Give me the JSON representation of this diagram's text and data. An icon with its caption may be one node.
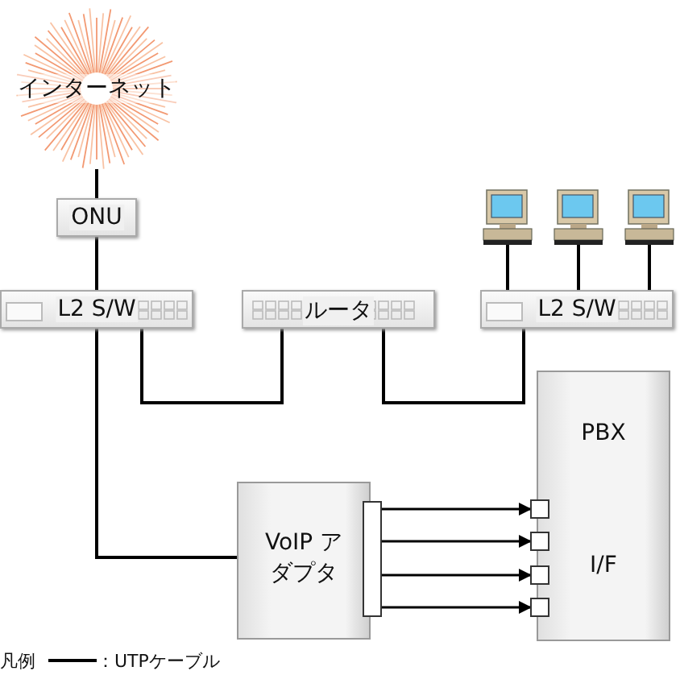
{
  "diagram": {
    "nodes": [
      {
        "text": [
          "インターネット"
        ]
      },
      {
        "text": [
          "ONU"
        ]
      },
      {
        "text": [
          "L2 S/W"
        ]
      },
      {
        "text": [
          "ルータ"
        ]
      },
      {
        "text": [
          "L2 S/W"
        ]
      },
      {
        "text": [],
        "shape": "picture"
      },
      {
        "text": [],
        "shape": "picture"
      },
      {
        "text": [],
        "shape": "picture"
      },
      {
        "text": [
          "PBX",
          "I/F"
        ]
      },
      {
        "text": [
          "VoIP アダプタ"
        ]
      },
      {
        "text": [],
        "shape": "bar"
      },
      {
        "text": [],
        "shape": "box"
      },
      {
        "text": [],
        "shape": "box"
      },
      {
        "text": [],
        "shape": "box"
      },
      {
        "text": [],
        "shape": "box"
      }
    ],
    "edges": [
      {
        "from": 0,
        "to": 1,
        "arrow": "none"
      },
      {
        "from": 1,
        "to": 2,
        "arrow": "none"
      },
      {
        "from": 2,
        "to": 3,
        "arrow": "none"
      },
      {
        "from": 3,
        "to": 4,
        "arrow": "none"
      },
      {
        "from": 5,
        "to": 4,
        "arrow": "none"
      },
      {
        "from": 6,
        "to": 4,
        "arrow": "none"
      },
      {
        "from": 7,
        "to": 4,
        "arrow": "none"
      },
      {
        "from": 2,
        "to": 9,
        "arrow": "none"
      },
      {
        "from": 10,
        "to": 11,
        "arrow": "to"
      },
      {
        "from": 10,
        "to": 12,
        "arrow": "to"
      },
      {
        "from": 10,
        "to": 13,
        "arrow": "to"
      },
      {
        "from": 10,
        "to": 14,
        "arrow": "to"
      }
    ],
    "labels": [
      "凡例"
    ],
    "legend": [
      {
        "text": "：UTPケーブル"
      }
    ]
  }
}
